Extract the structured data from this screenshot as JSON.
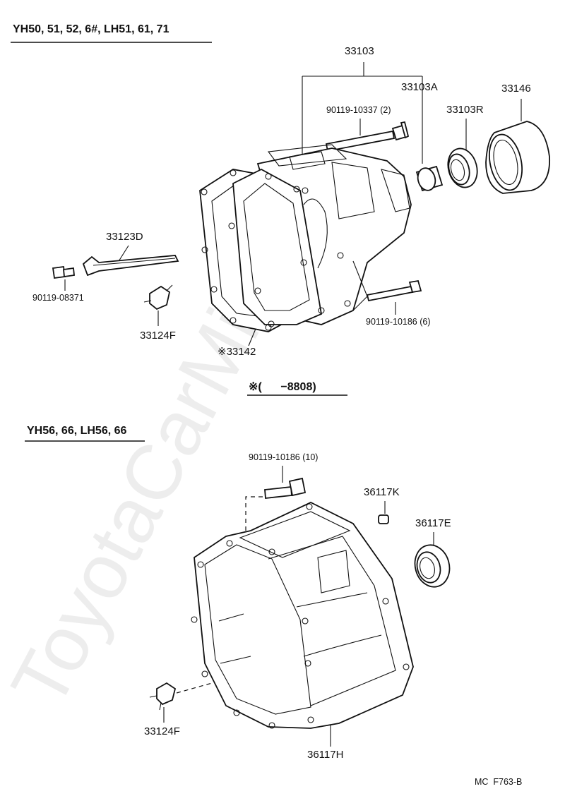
{
  "watermark": "ToyotaCarMine.ru",
  "top_section": {
    "header": "YH50, 51, 52, 6#, LH51, 61, 71",
    "parts": {
      "p33103": "33103",
      "p33103A": "33103A",
      "p33146": "33146",
      "p33103R": "33103R",
      "bolt_10337": "90119-10337 (2)",
      "p33123D": "33123D",
      "bolt_08371": "90119-08371",
      "p33124F": "33124F",
      "bolt_10186_6": "90119-10186 (6)",
      "p33142": "※33142"
    },
    "footnote": "※(      −8808)"
  },
  "bottom_section": {
    "header": "YH56, 66, LH56, 66",
    "parts": {
      "bolt_10186_10": "90119-10186 (10)",
      "p36117K": "36117K",
      "p36117E": "36117E",
      "p33124F": "33124F",
      "p36117H": "36117H"
    }
  },
  "figure_code": "MC  F763-B"
}
